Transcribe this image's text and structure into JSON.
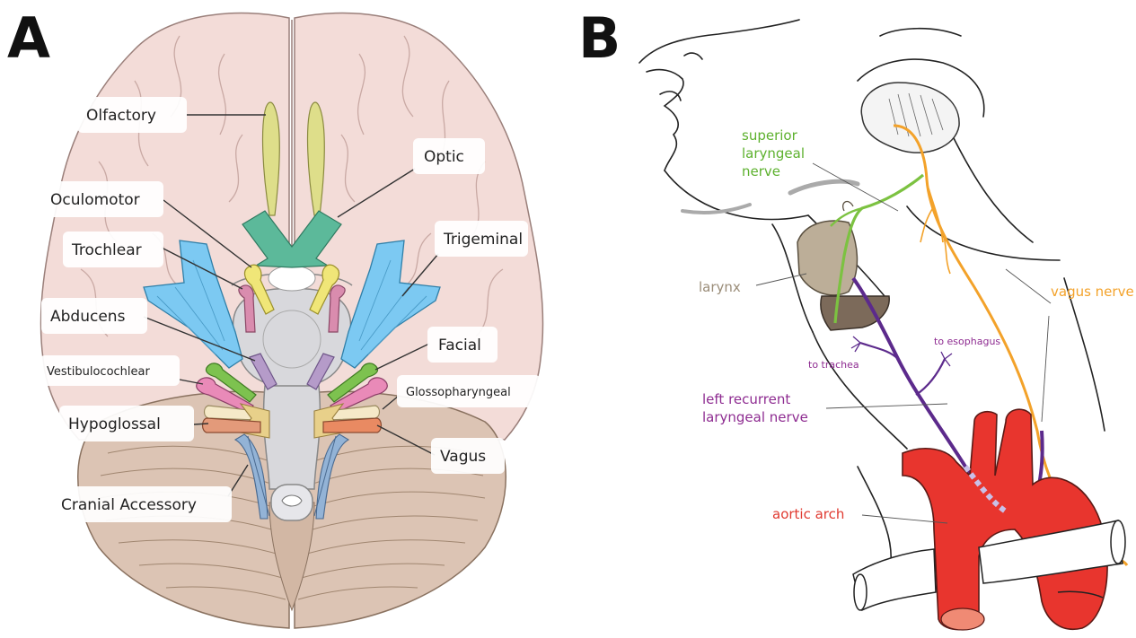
{
  "panels": {
    "a": {
      "letter": "A"
    },
    "b": {
      "letter": "B"
    }
  },
  "brain_labels": {
    "olfactory": "Olfactory",
    "optic": "Optic",
    "oculomotor": "Oculomotor",
    "trochlear": "Trochlear",
    "trigeminal": "Trigeminal",
    "abducens": "Abducens",
    "facial": "Facial",
    "vestibulocochlear": "Vestibulocochlear",
    "glossopharyngeal": "Glossopharyngeal",
    "hypoglossal": "Hypoglossal",
    "vagus": "Vagus",
    "cranial_accessory": "Cranial Accessory"
  },
  "neck_labels": {
    "superior_laryngeal": [
      "superior",
      "laryngeal",
      "nerve"
    ],
    "larynx": "larynx",
    "vagus_nerve": "vagus nerve",
    "to_esophagus": "to esophagus",
    "to_trachea": "to trachea",
    "left_recurrent": [
      "left recurrent",
      "laryngeal nerve"
    ],
    "aortic_arch": "aortic arch"
  },
  "colors": {
    "olfactory": "#dede8a",
    "optic": "#5cb99a",
    "oculomotor": "#f0e678",
    "trochlear": "#d98cae",
    "trigeminal": "#7cc9f2",
    "abducens": "#b59bc9",
    "facial": "#7dc24f",
    "vestibulocochlear": "#e98ab8",
    "glossopharyngeal": "#f5e9c8",
    "hypoglossal": "#e39a7a",
    "vagus_brain": "#e98a62",
    "accessory": "#93b3d6",
    "brainstem": "#d8d8dc",
    "cerebrum": "#f3dcd8",
    "cerebellum": "#dcc4b4",
    "superior_laryngeal_text": "#5db12e",
    "larynx_text": "#9a8c78",
    "vagus_nerve_text": "#f3a22a",
    "recurrent_text": "#8e2c91",
    "aortic_arch_text": "#e03a30",
    "aorta_fill": "#e8352e"
  }
}
